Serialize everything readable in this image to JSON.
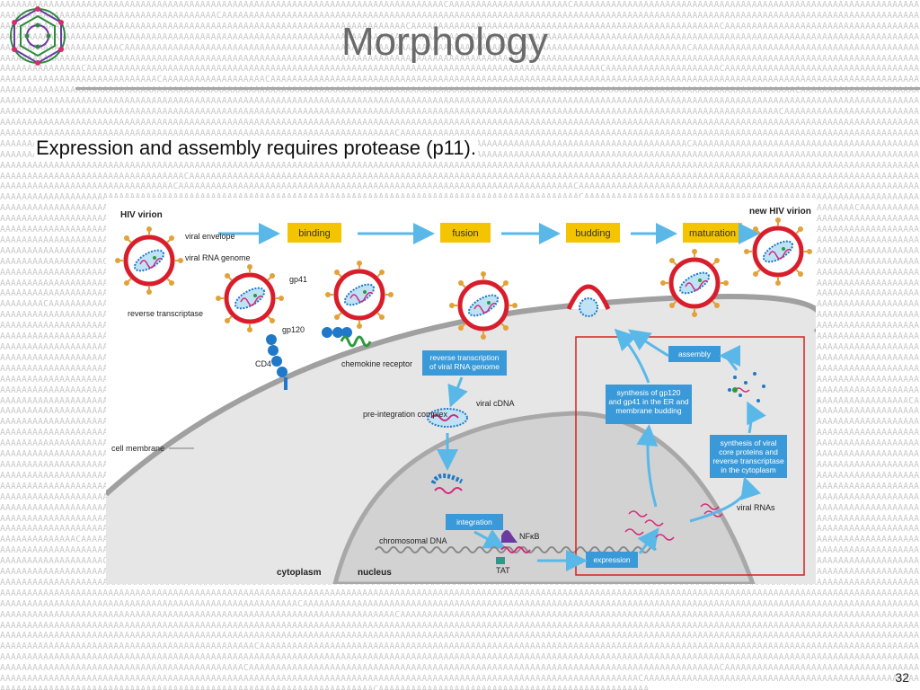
{
  "slide": {
    "title": "Morphology",
    "subtitle": "Expression and assembly requires protease (p11).",
    "page_number": "32"
  },
  "diagram": {
    "stages": [
      "binding",
      "fusion",
      "budding",
      "maturation"
    ],
    "labels": {
      "hiv_virion": "HIV virion",
      "new_hiv_virion": "new HIV virion",
      "viral_envelope": "viral envelope",
      "viral_rna_genome": "viral RNA genome",
      "reverse_transcriptase": "reverse transcriptase",
      "gp41": "gp41",
      "gp120": "gp120",
      "cd4": "CD4",
      "chemokine_receptor": "chemokine receptor",
      "viral_cdna": "viral cDNA",
      "pre_integration_complex": "pre-integration complex",
      "cell_membrane": "cell membrane",
      "chromosomal_dna": "chromosomal DNA",
      "nfkb": "NFκB",
      "tat": "TAT",
      "cytoplasm": "cytoplasm",
      "nucleus": "nucleus",
      "viral_rnas": "viral RNAs"
    },
    "boxes": {
      "reverse_transcription": "reverse transcription of viral RNA genome",
      "integration": "integration",
      "expression": "expression",
      "assembly": "assembly",
      "synthesis_gp": "synthesis of gp120 and gp41 in the ER and membrane budding",
      "synthesis_core": "synthesis of viral core proteins and reverse transcriptase in the cytoplasm"
    },
    "colors": {
      "stage_box": "#f5c400",
      "info_box": "#3a9ad9",
      "arrow": "#5ab8e8",
      "envelope": "#d81e2c",
      "particle": "#1f78c8",
      "rna": "#d6287a",
      "highlight_frame": "#d62020"
    }
  }
}
